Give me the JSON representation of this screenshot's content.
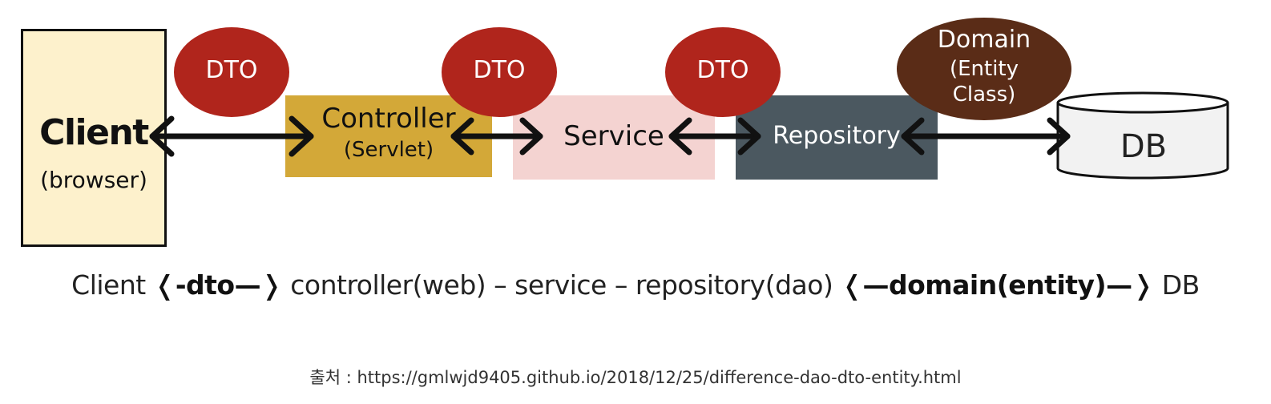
{
  "nodes": {
    "client": {
      "title": "Client",
      "subtitle": "(browser)"
    },
    "controller": {
      "title": "Controller",
      "subtitle": "(Servlet)"
    },
    "service": {
      "title": "Service"
    },
    "repository": {
      "title": "Repository"
    },
    "db": {
      "title": "DB"
    }
  },
  "transfer_objects": {
    "dto_1": "DTO",
    "dto_2": "DTO",
    "dto_3": "DTO",
    "domain": {
      "title": "Domain",
      "subtitle_line1": "(Entity",
      "subtitle_line2": "Class)"
    }
  },
  "summary": {
    "part1": "Client ",
    "part2": "❬-dto—❭",
    "part3": " controller(web) – service – repository(dao) ",
    "part4": "❬—domain(entity)—❭",
    "part5": " DB"
  },
  "source": "출처 : https://gmlwjd9405.github.io/2018/12/25/difference-dao-dto-entity.html",
  "colors": {
    "client_fill": "#fdf1cc",
    "controller_fill": "#d3a838",
    "service_fill": "#f4d3d1",
    "repository_fill": "#4b5860",
    "dto_fill": "#b0251c",
    "domain_fill": "#5a2c17"
  }
}
